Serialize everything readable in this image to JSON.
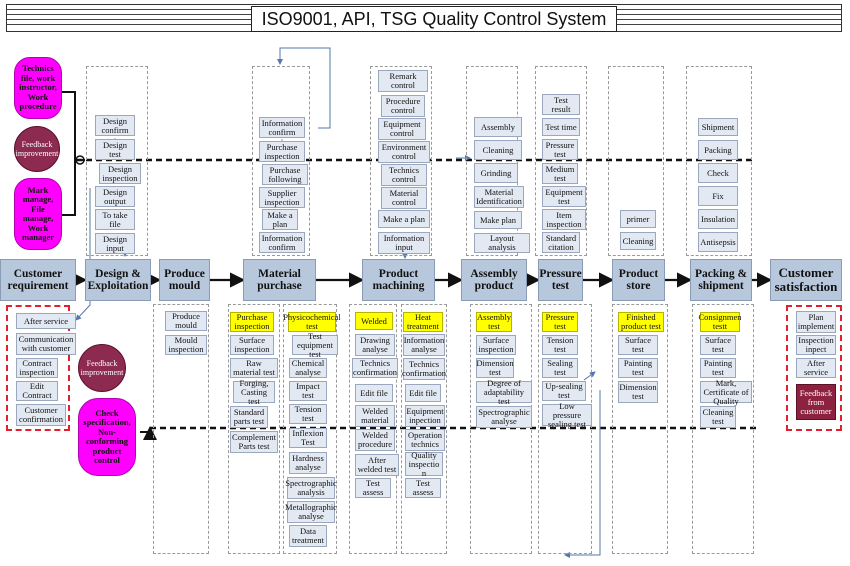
{
  "title": "ISO9001, API, TSG Quality Control System",
  "stages": {
    "customer_requirement": "Customer requirement",
    "design": "Design & Exploitation",
    "produce_mould": "Produce mould",
    "material_purchase": "Material purchase",
    "product_machining": "Product machining",
    "assembly_product": "Assembly product",
    "pressure_test": "Pressure test",
    "product_store": "Product store",
    "packing_shipment": "Packing & shipment",
    "customer_satisfaction": "Customer satisfaction"
  },
  "left_panel": {
    "technics_file": "Technics file, work instructor, Work procedure",
    "feedback_improvement_top": "Feedback improvement",
    "mark_manage": "Mark manage, File manage, Work manager",
    "feedback_improvement_bottom": "Feedback improvement",
    "check_specification": "Check specification, Non-conforming product control"
  },
  "customer_items": [
    "After service",
    "Communication with customer",
    "Contract inspection",
    "Edit Contract",
    "Customer confirmation"
  ],
  "design_items": [
    "Design confirm",
    "Design test",
    "Design inspection",
    "Design output",
    "To take file",
    "Design input"
  ],
  "mould_items": [
    "Produce mould",
    "Mould inspection"
  ],
  "purchase_top": [
    "Information confirm",
    "Purchase inspection",
    "Purchase following",
    "Supplier inspection",
    "Make a plan",
    "Information confirm"
  ],
  "purchase_inspection": {
    "header": "Purchase inspection",
    "items": [
      "Surface inspection",
      "Raw material test",
      "Forging, Casting test",
      "Standard parts test",
      "Complement Parts test"
    ]
  },
  "physicochemical": {
    "header": "Physicochemical test",
    "items": [
      "Test equipment test",
      "Chemical analyse",
      "Impact test",
      "Tension test",
      "Inflexion Test",
      "Hardness analyse",
      "Spectrographic analysis",
      "Metallographic analyse",
      "Data treatment"
    ]
  },
  "machining_top": [
    "Remark control",
    "Procedure control",
    "Equipment control",
    "Environment control",
    "Technics control",
    "Material control",
    "Make a plan",
    "Information input"
  ],
  "welded": {
    "header": "Welded",
    "items": [
      "Drawing analyse",
      "Technics confirmation",
      "Edit file",
      "Welded material",
      "Welded procedure",
      "After welded test",
      "Test assess"
    ]
  },
  "heat_treatment": {
    "header": "Heat treatment",
    "items": [
      "Information analyse",
      "Technics confirmation",
      "Edit file",
      "Equipment inpection",
      "Operation technics",
      "Quality inspectio n",
      "Test assess"
    ]
  },
  "assembly_top": [
    "Assembly",
    "Cleaning",
    "Grinding",
    "Material Identification",
    "Make plan",
    "Layout analysis"
  ],
  "assembly_test": {
    "header": "Assembly test",
    "items": [
      "Surface inspection",
      "Dimension test",
      "Degree of adaptability test",
      "Spectrographic analyse"
    ]
  },
  "pressure_top": [
    "Test result",
    "Test time",
    "Pressure test",
    "Medium test",
    "Equipment test",
    "Item inspection",
    "Standard citation"
  ],
  "pressure_bottom": {
    "header": "Pressure test",
    "items": [
      "Tension test",
      "Sealing test",
      "Up-sealing test",
      "Low pressure sealing test"
    ]
  },
  "store_top": [
    "primer",
    "Cleaning"
  ],
  "finished_test": {
    "header": "Finished product test",
    "items": [
      "Surface test",
      "Painting test",
      "Dimension test"
    ]
  },
  "packing_top": [
    "Shipment",
    "Packing",
    "Check",
    "Fix",
    "Insulation",
    "Antisepsis"
  ],
  "consignment": {
    "header": "Consignmen testt",
    "items": [
      "Surface test",
      "Painting test",
      "Mark, Certificate of Quality",
      "Cleaning test"
    ]
  },
  "satisfaction_items": [
    "Plan implement",
    "Inspection inpect",
    "After service",
    "Feedback from customer"
  ],
  "colors": {
    "stage": "#b8c8dc",
    "box": "#e3e9f2",
    "highlight": "#ffff00",
    "magenta": "#ff00ff",
    "maroon": "#8c2140",
    "red_dash": "#e0202c"
  }
}
